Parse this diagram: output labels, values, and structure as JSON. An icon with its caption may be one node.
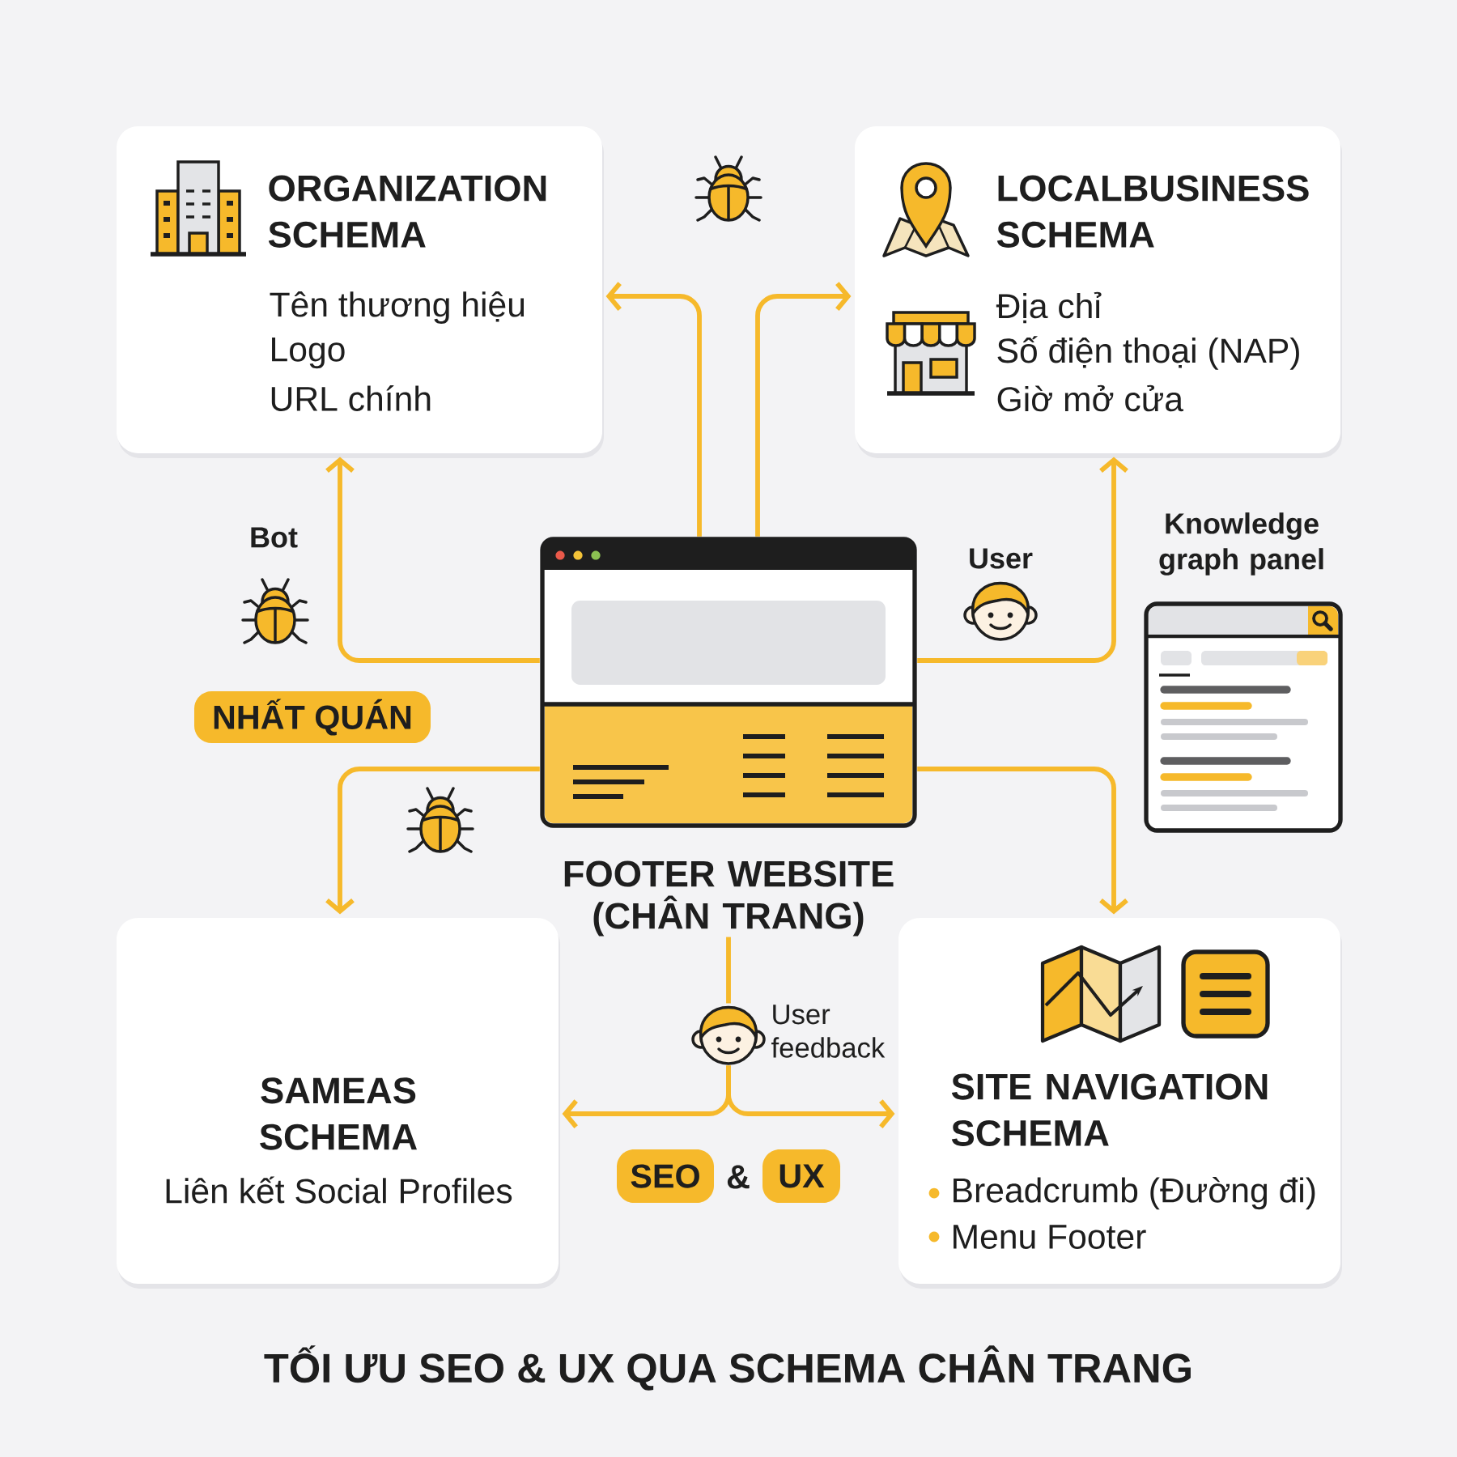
{
  "diagram": {
    "title": "TỐI ƯU SEO & UX QUA SCHEMA CHÂN TRANG",
    "nodes": [
      {
        "text": [
          "ORGANIZATION SCHEMA",
          "Tên thương hiệu",
          "Logo",
          "URL chính"
        ]
      },
      {
        "text": [
          "LOCALBUSINESS SCHEMA",
          "Địa chỉ",
          "Số điện thoại (NAP)",
          "Giờ mở cửa"
        ]
      },
      {
        "text": [
          "FOOTER WEBSITE (CHÂN TRANG)"
        ]
      },
      {
        "text": [
          "Knowledge graph panel"
        ]
      },
      {
        "text": [
          "NHẤT QUÁN"
        ]
      },
      {
        "text": [],
        "shape": "person",
        "beside": [
          "User feedback"
        ]
      },
      {
        "text": [
          "SAMEAS SCHEMA",
          "Liên kết Social Profiles"
        ]
      },
      {
        "text": [
          "SEO"
        ]
      },
      {
        "text": [
          "UX"
        ]
      },
      {
        "text": [
          "SITE NAVIGATION SCHEMA",
          "Breadcrumb (Đường đi)",
          "Menu Footer"
        ]
      }
    ],
    "edges": [
      {
        "from": 2,
        "to": 0,
        "arrow": "to"
      },
      {
        "from": 2,
        "to": 1,
        "arrow": "to"
      },
      {
        "from": 2,
        "to": 0,
        "arrow": "to"
      },
      {
        "from": 2,
        "to": 1,
        "arrow": "to"
      },
      {
        "from": 2,
        "to": 6,
        "arrow": "to"
      },
      {
        "from": 2,
        "to": 9,
        "arrow": "to"
      },
      {
        "from": 2,
        "to": 5,
        "arrow": "none"
      },
      {
        "from": 5,
        "to": 6,
        "arrow": "to"
      },
      {
        "from": 5,
        "to": 9,
        "arrow": "to"
      }
    ],
    "labels": [
      "Bot",
      "User",
      "&"
    ]
  }
}
